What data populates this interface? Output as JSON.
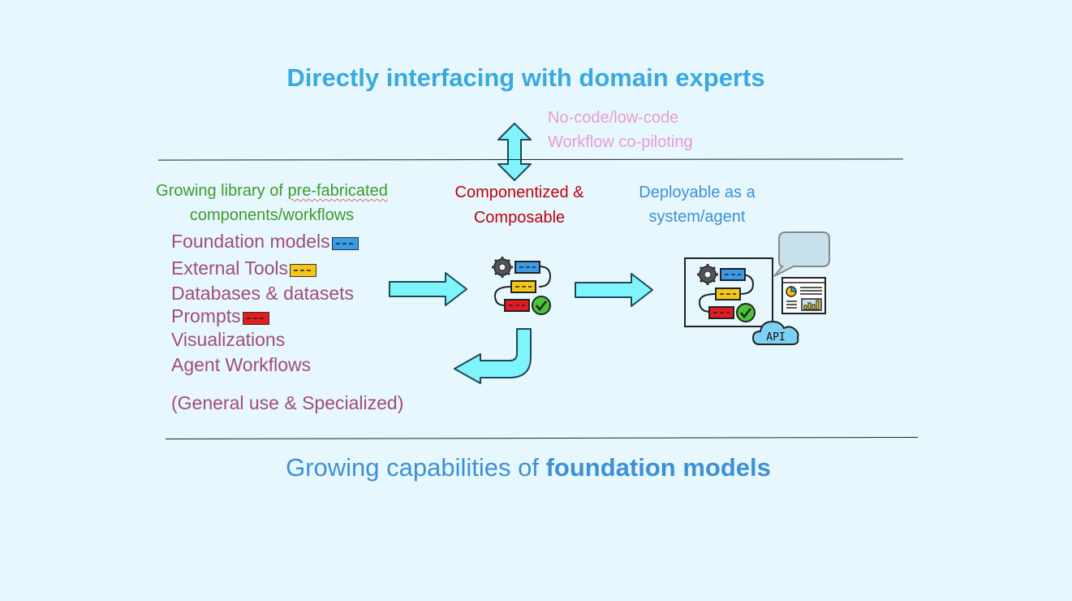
{
  "top_title": "Directly interfacing with domain experts",
  "interface_notes": [
    "No-code/low-code",
    "Workflow co-piloting"
  ],
  "library": {
    "heading_line1_prefix": "Growing library of ",
    "heading_line1_underlined": "pre-fabricated",
    "heading_line2": "components/workflows",
    "items": [
      "Foundation models",
      "External Tools",
      "Databases & datasets",
      "Prompts",
      "Visualizations",
      "Agent Workflows"
    ],
    "footnote": "(General use & Specialized)"
  },
  "composable": {
    "line1": "Componentized &",
    "line2": "Composable"
  },
  "deployable": {
    "line1": "Deployable as a",
    "line2": "system/agent",
    "api_label": "API"
  },
  "bottom_title": {
    "prefix": "Growing capabilities of ",
    "bold": "foundation models"
  },
  "colors": {
    "accent_blue": "#3aa9e0",
    "note_pink": "#e99ad3",
    "library_green": "#3d9b2a",
    "composable_red": "#c0000e",
    "item_mauve": "#a24c7a",
    "arrow_fill": "#7ff5fb",
    "chip_blue": "#3a9be6",
    "chip_yellow": "#f5c518",
    "chip_red": "#e31b23"
  },
  "icons": [
    "double-arrow-icon",
    "right-arrow-icon",
    "return-arrow-icon",
    "workflow-icon",
    "deployed-agent-icon",
    "gear-icon",
    "check-icon",
    "speech-bubble-icon",
    "dashboard-icon",
    "api-cloud-icon"
  ]
}
